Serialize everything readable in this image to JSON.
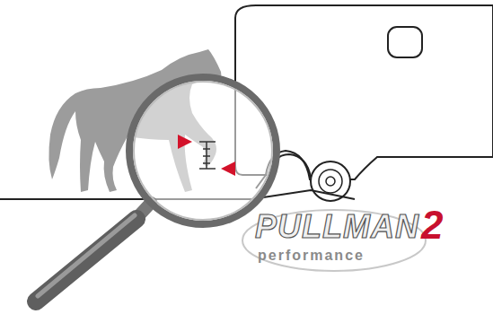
{
  "diagram": {
    "labels": [
      "PULLMAN",
      "2",
      "performance"
    ]
  }
}
